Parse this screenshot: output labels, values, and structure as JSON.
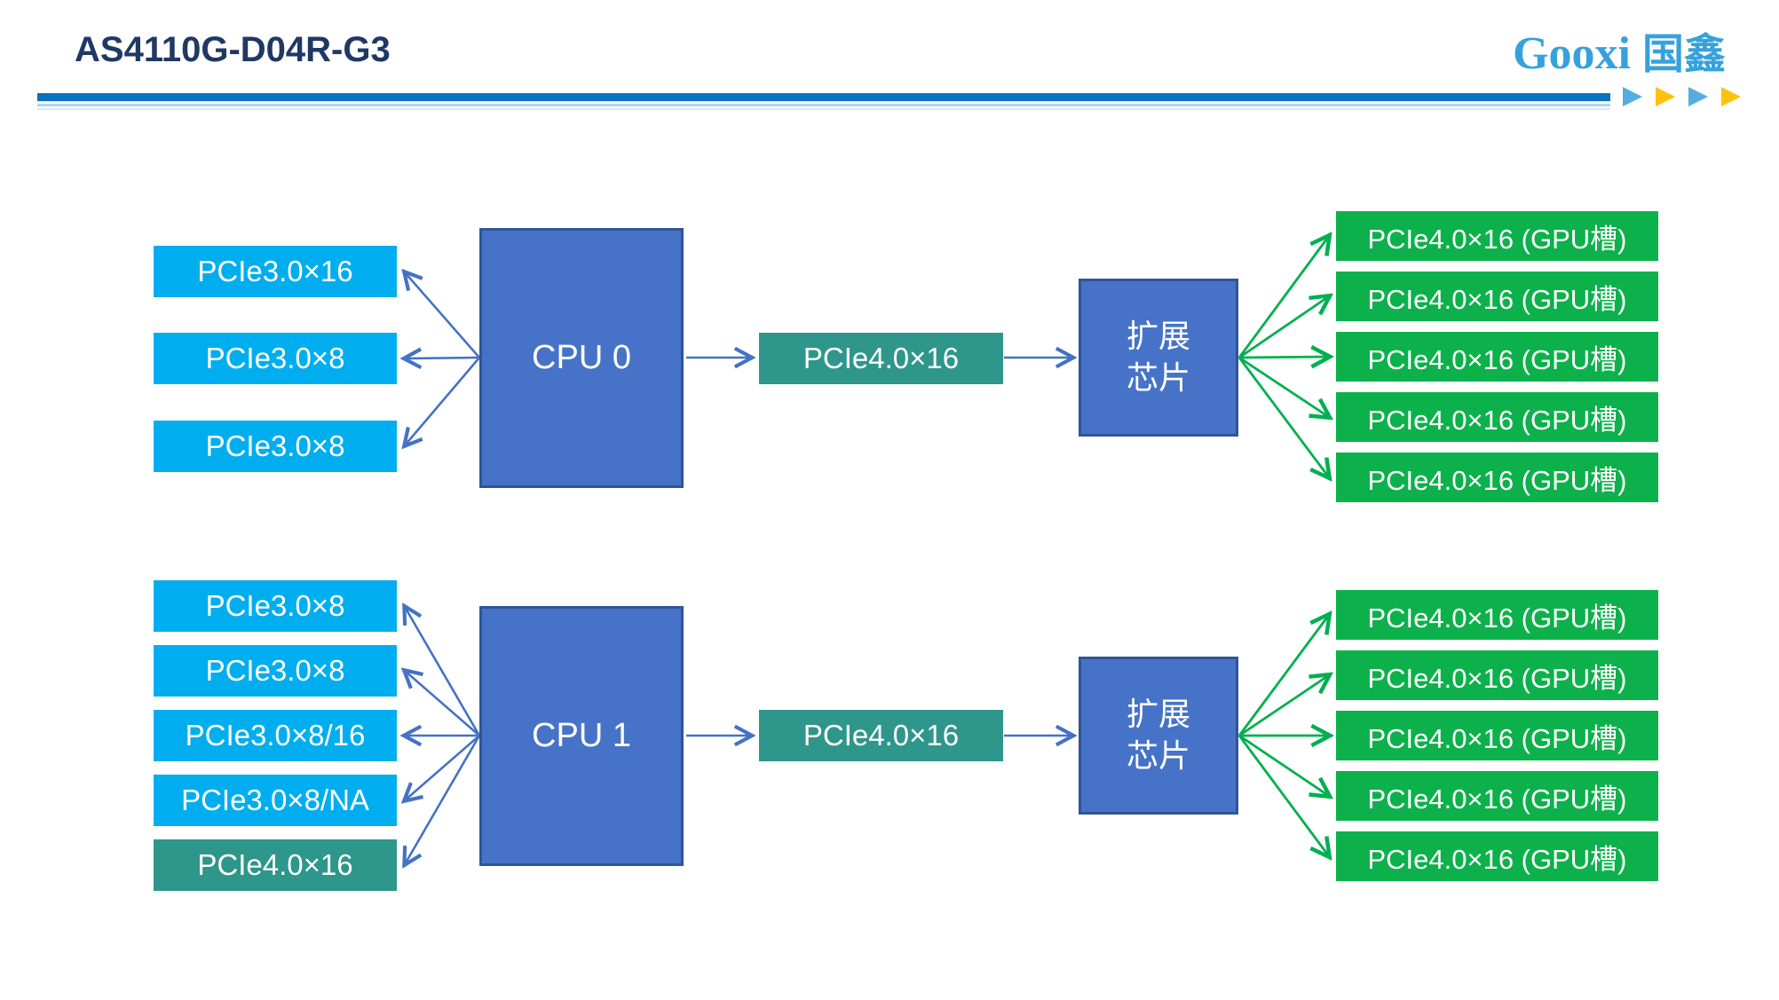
{
  "header": {
    "title": "AS4110G-D04R-G3",
    "logo_latin": "Gooxi",
    "logo_cjk": "国鑫"
  },
  "colors": {
    "cyan": "#00aeef",
    "teal": "#2e968b",
    "green": "#0db14b",
    "cpu_blue": "#4673c8",
    "cpu_border": "#2f5597",
    "arrow_blue": "#4472c4",
    "arrow_green": "#00b050",
    "title_color": "#203864",
    "logo_color": "#36a1dc",
    "bar_color": "#0a71be",
    "tri_blue": "#55aede",
    "tri_orange": "#ffc010"
  },
  "sections": [
    {
      "cpu_label": "CPU 0",
      "left_slots": [
        "PCIe3.0×16",
        "PCIe3.0×8",
        "PCIe3.0×8"
      ],
      "link_label": "PCIe4.0×16",
      "expander_line1": "扩展",
      "expander_line2": "芯片",
      "gpu_slots": [
        "PCIe4.0×16 (GPU槽)",
        "PCIe4.0×16 (GPU槽)",
        "PCIe4.0×16 (GPU槽)",
        "PCIe4.0×16 (GPU槽)",
        "PCIe4.0×16 (GPU槽)"
      ]
    },
    {
      "cpu_label": "CPU 1",
      "left_slots": [
        "PCIe3.0×8",
        "PCIe3.0×8",
        "PCIe3.0×8/16",
        "PCIe3.0×8/NA",
        "PCIe4.0×16"
      ],
      "link_label": "PCIe4.0×16",
      "expander_line1": "扩展",
      "expander_line2": "芯片",
      "gpu_slots": [
        "PCIe4.0×16 (GPU槽)",
        "PCIe4.0×16 (GPU槽)",
        "PCIe4.0×16 (GPU槽)",
        "PCIe4.0×16 (GPU槽)",
        "PCIe4.0×16 (GPU槽)"
      ]
    }
  ]
}
